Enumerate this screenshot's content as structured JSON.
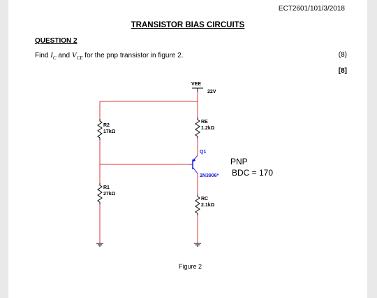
{
  "header": {
    "doc_ref": "ECT2601/101/3/2018",
    "title": "TRANSISTOR BIAS CIRCUITS"
  },
  "question": {
    "heading": "QUESTION 2",
    "text_find": "Find",
    "ic_symbol": "I",
    "ic_sub": "C",
    "text_and": "and",
    "vce_symbol": "V",
    "vce_sub": "CE",
    "text_rest": "for the pnp transistor in figure 2.",
    "marks": "(8)",
    "total_marks": "[8]"
  },
  "circuit": {
    "supply_name": "VEE",
    "supply_value": "22V",
    "r2_name": "R2",
    "r2_value": "17kΩ",
    "r1_name": "R1",
    "r1_value": "27kΩ",
    "re_name": "RE",
    "re_value": "1.2kΩ",
    "rc_name": "RC",
    "rc_value": "2.1kΩ",
    "q_name": "Q1",
    "q_part": "2N3906*",
    "type_label": "PNP",
    "beta_label": "BDC = 170",
    "wire_color": "#e03030",
    "component_color": "#000000",
    "part_color": "#1a1ad6"
  },
  "figure": {
    "caption": "Figure 2"
  }
}
